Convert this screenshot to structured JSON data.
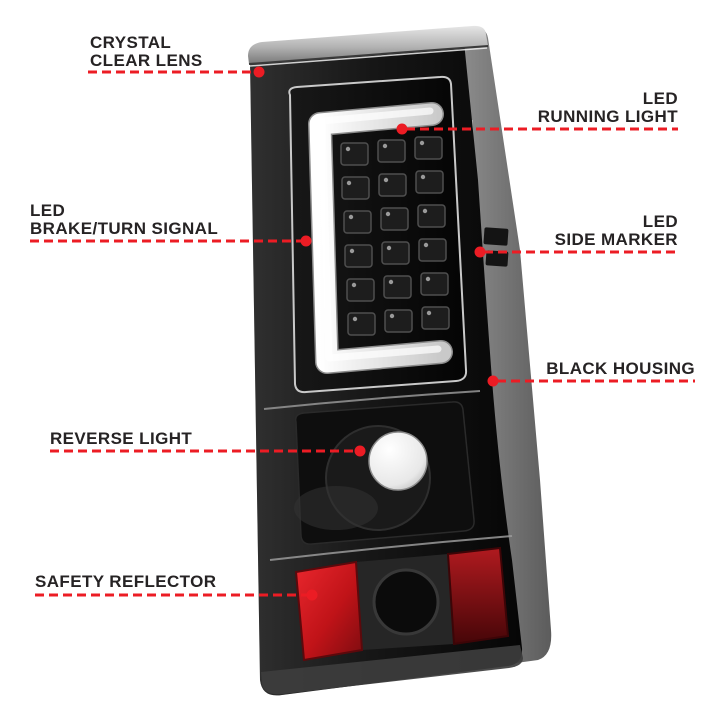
{
  "annotations": {
    "crystal_clear_lens": {
      "line1": "CRYSTAL",
      "line2": "CLEAR LENS"
    },
    "led_running_light": {
      "line1": "LED",
      "line2": "RUNNING LIGHT"
    },
    "led_brake_turn_signal": {
      "line1": "LED",
      "line2": "BRAKE/TURN SIGNAL"
    },
    "led_side_marker": {
      "line1": "LED",
      "line2": "SIDE MARKER"
    },
    "black_housing": {
      "line1": "BLACK HOUSING"
    },
    "reverse_light": {
      "line1": "REVERSE LIGHT"
    },
    "safety_reflector": {
      "line1": "SAFETY REFLECTOR"
    }
  },
  "colors": {
    "annotation_line": "#ec1c24",
    "label_text": "#262324",
    "background": "#ffffff",
    "housing_black": "#141414",
    "reflector_red": "#c01318"
  }
}
